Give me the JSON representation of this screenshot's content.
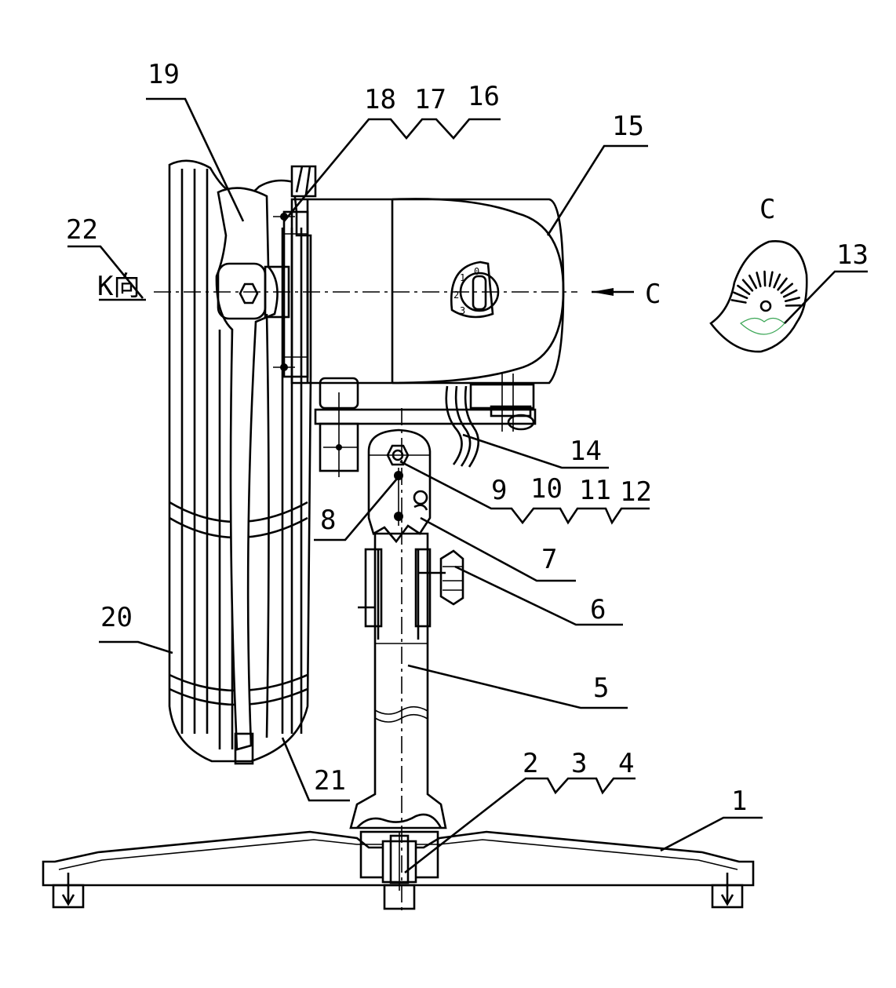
{
  "labels": {
    "l1": "1",
    "l2": "2",
    "l3": "3",
    "l4": "4",
    "l5": "5",
    "l6": "6",
    "l7": "7",
    "l8": "8",
    "l9": "9",
    "l10": "10",
    "l11": "11",
    "l12": "12",
    "l13": "13",
    "l14": "14",
    "l15": "15",
    "l16": "16",
    "l17": "17",
    "l18": "18",
    "l19": "19",
    "l20": "20",
    "l21": "21",
    "l22": "22"
  },
  "view_marks": {
    "k_view": "K向",
    "c_arrow": "C",
    "c_view_title": "C"
  },
  "switch_positions": [
    "0",
    "1",
    "2",
    "3"
  ],
  "colors": {
    "line": "#000000",
    "hatch": "#3aa655"
  }
}
